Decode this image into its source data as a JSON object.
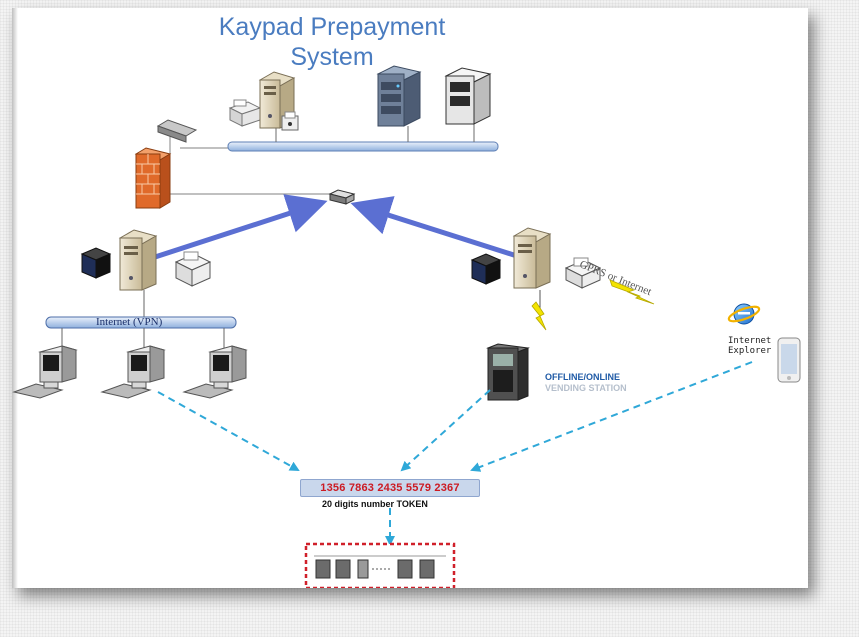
{
  "title_line1": "Kaypad Prepayment",
  "title_line2": "System",
  "internet_vpn_label": "Internet (VPN)",
  "gprs_label": "GPRS or Internet",
  "ie_label": "Internet Explorer",
  "vending_line1": "OFFLINE/ONLINE",
  "vending_line2": "VENDING STATION",
  "token_number": "1356 7863 2435 5579 2367",
  "token_caption": "20 digits number TOKEN",
  "colors": {
    "title": "#4a7cc0",
    "thick_arrow": "#5b6fd2",
    "dashed_arrow": "#2fa8d8",
    "token_digits": "#cc1b23",
    "meter_border": "#d0202a",
    "firewall": "#e06a2a",
    "lightning": "#f3e300"
  },
  "icons": [
    "printer-icon",
    "server-icon",
    "rack-server-icon",
    "firewall-icon",
    "router-icon",
    "switch-icon",
    "workstation-icon",
    "fax-printer-icon",
    "vending-terminal-icon",
    "ie-icon",
    "smartphone-icon",
    "energy-meter-icon",
    "lightning-icon"
  ]
}
